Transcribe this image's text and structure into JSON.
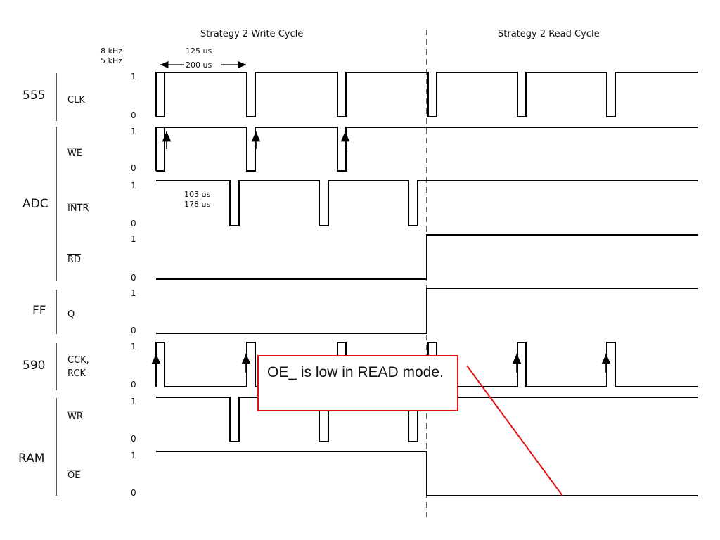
{
  "headers": {
    "write_cycle": "Strategy 2 Write Cycle",
    "read_cycle": "Strategy 2 Read Cycle"
  },
  "freq_labels": [
    "8 kHz",
    "5 kHz"
  ],
  "period_labels": [
    "125 us",
    "200 us"
  ],
  "intr_labels": [
    "103 us",
    "178 us"
  ],
  "groups": [
    "555",
    "ADC",
    "FF",
    "590",
    "RAM"
  ],
  "signals": {
    "clk": "CLK",
    "we": "WE",
    "intr": "INTR",
    "rd": "RD",
    "q": "Q",
    "cck": "CCK,",
    "rck": "RCK",
    "wr": "WR",
    "oe": "OE"
  },
  "levels": {
    "high": "1",
    "low": "0"
  },
  "callout": {
    "text": "OE_ is low in READ mode."
  },
  "colors": {
    "callout_border": "#e01010",
    "wave": "#000000"
  }
}
